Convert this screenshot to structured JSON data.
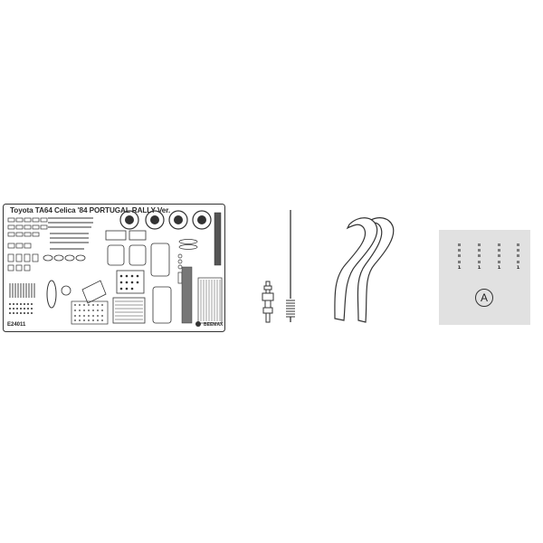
{
  "fret": {
    "title": "Toyota TA64 Celica '84 PORTUGAL RALLY Ver.",
    "code": "E24011",
    "brand": "BEEMAX"
  },
  "decal": {
    "label": "A"
  }
}
